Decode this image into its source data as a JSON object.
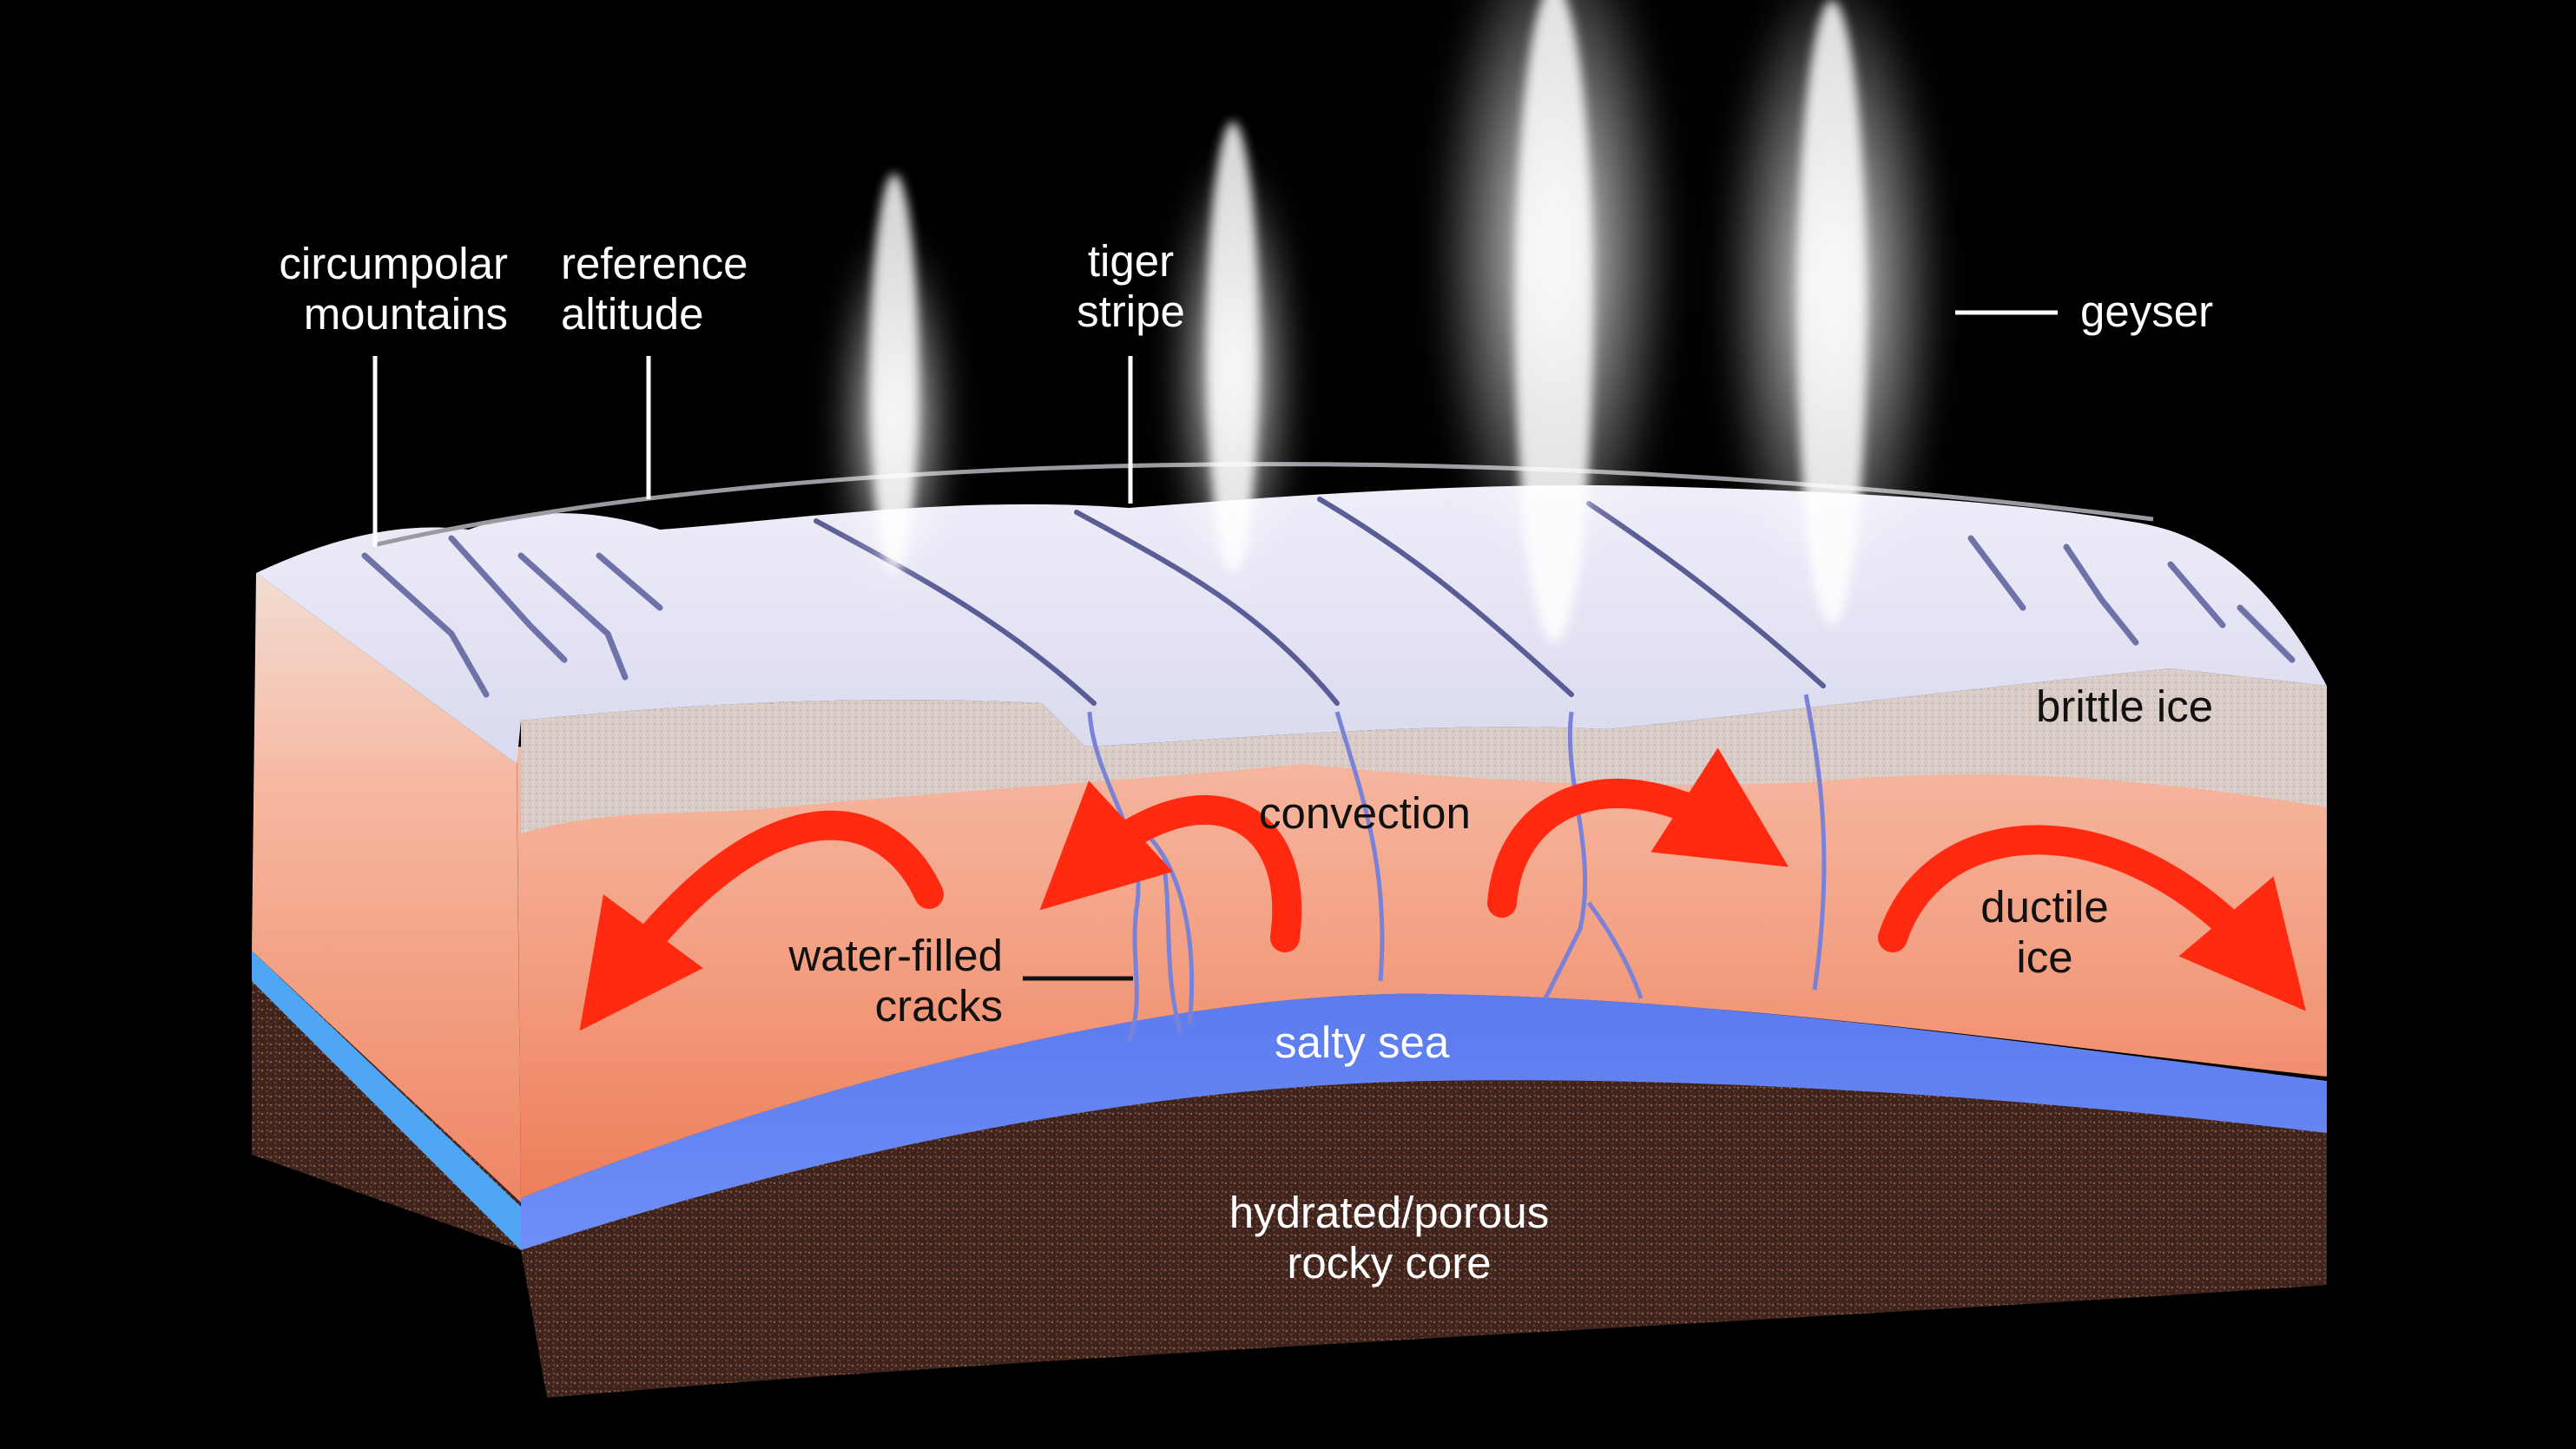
{
  "labels": {
    "circumpolar_mountains": [
      "circumpolar",
      "mountains"
    ],
    "reference_altitude": [
      "reference",
      "altitude"
    ],
    "tiger_stripe": [
      "tiger",
      "stripe"
    ],
    "geyser": "geyser",
    "brittle_ice": "brittle ice",
    "convection": "convection",
    "ductile_ice": [
      "ductile",
      "ice"
    ],
    "water_filled_cracks": [
      "water-filled",
      "cracks"
    ],
    "salty_sea": "salty sea",
    "rocky_core": [
      "hydrated/porous",
      "rocky core"
    ]
  },
  "colors": {
    "background": "#000000",
    "ice_surface": "#dcdcf0",
    "brittle_ice": "#d8c9c4",
    "ductile_ice": "#f29a7a",
    "salty_sea": "#5f7ff0",
    "rocky_core": "#4a2c22",
    "convection_arrow": "#ff2a10",
    "crack": "#7a82d8",
    "geyser_plume": "#ffffff"
  }
}
